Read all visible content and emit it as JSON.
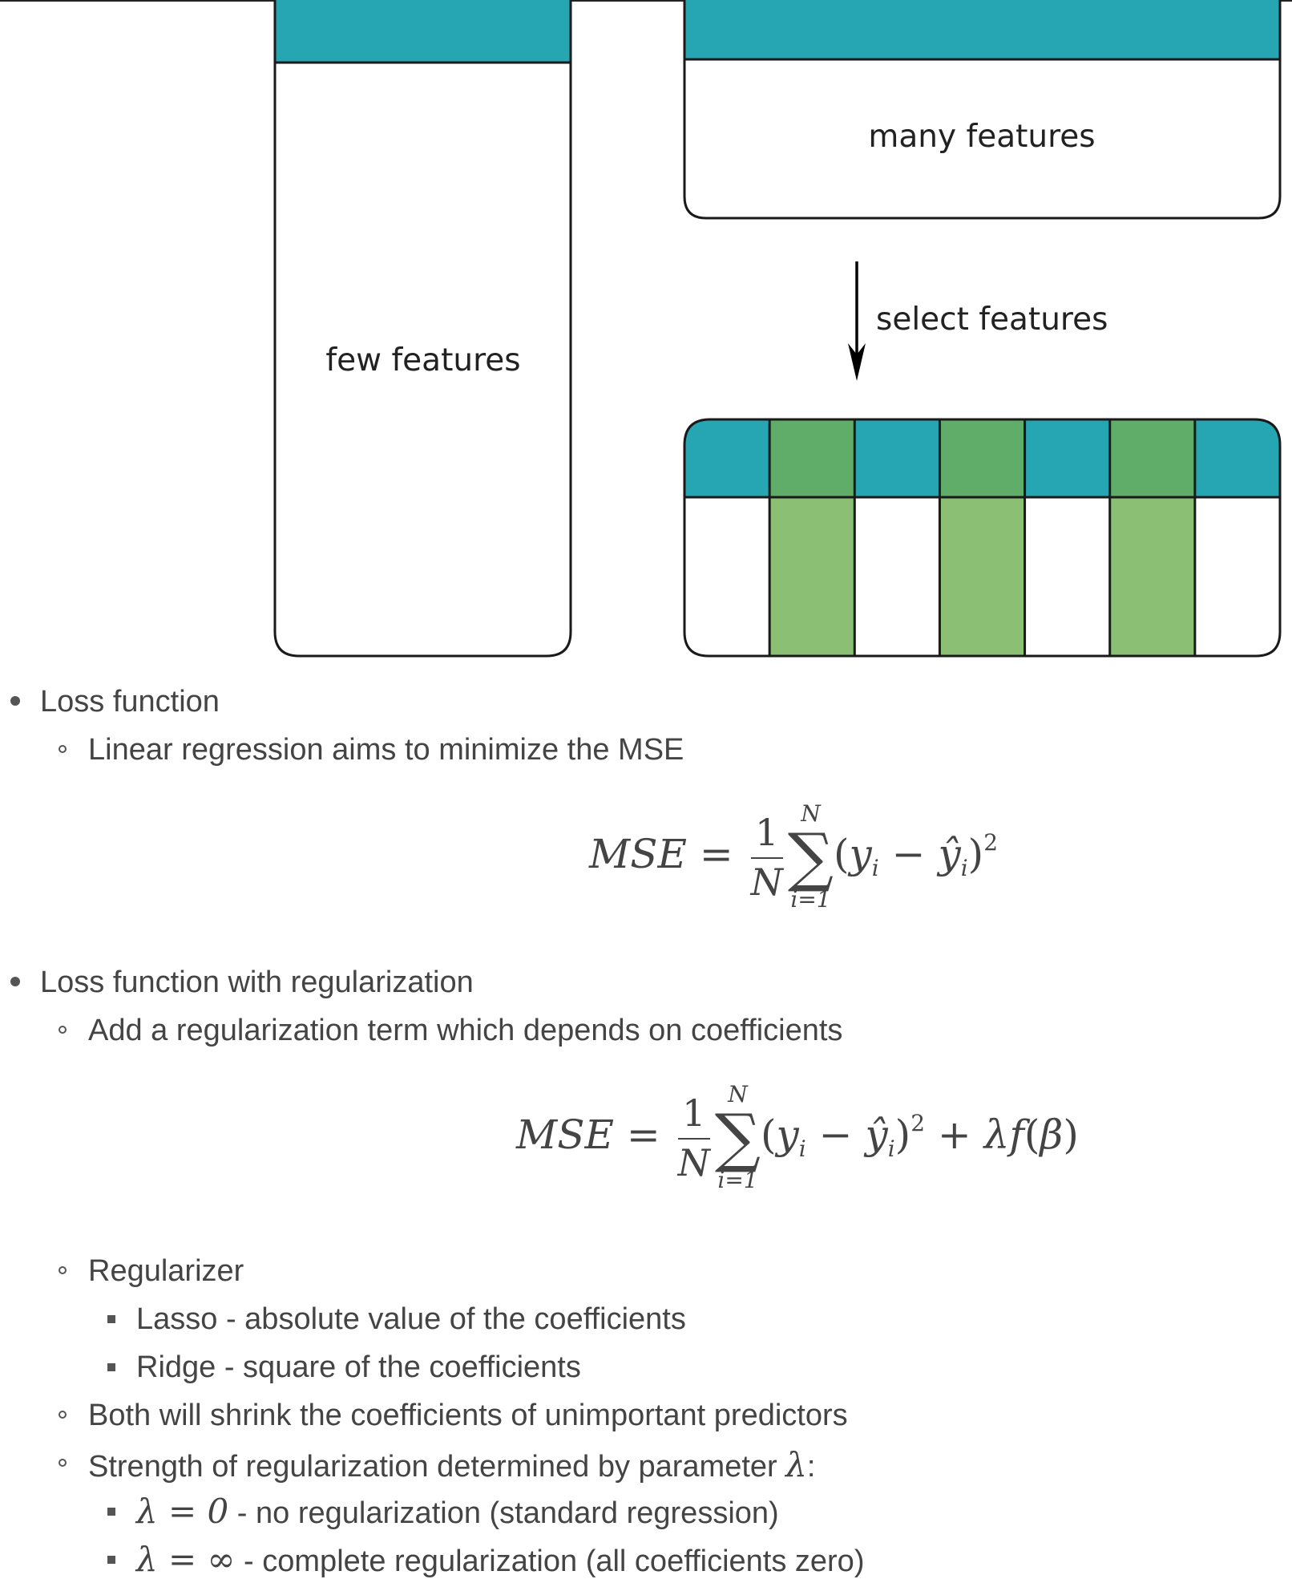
{
  "diagram": {
    "left_box_label": "few features",
    "right_top_label": "many features",
    "arrow_label": "select features",
    "colors": {
      "teal": "#26A6B3",
      "selected_header": "#5FAD68",
      "selected_body": "#8BBF74",
      "stroke": "#1a1a1a"
    },
    "bottom_columns": [
      "teal",
      "selected",
      "teal",
      "selected",
      "teal",
      "selected",
      "teal"
    ]
  },
  "content": {
    "bullet1": {
      "text": "Loss function",
      "sub1": "Linear regression aims to minimize the MSE"
    },
    "formula1": {
      "lhs": "MSE",
      "eq": "=",
      "frac_num": "1",
      "frac_den": "N",
      "sum_upper": "N",
      "sum_lower": "i=1",
      "body": "(y_i − ŷ_i)^2"
    },
    "bullet2": {
      "text": "Loss function with regularization",
      "sub1": "Add a regularization term which depends on coefficients"
    },
    "formula2": {
      "lhs": "MSE",
      "eq": "=",
      "frac_num": "1",
      "frac_den": "N",
      "sum_upper": "N",
      "sum_lower": "i=1",
      "body": "(y_i − ŷ_i)^2 + λf(β)"
    },
    "regularizer": {
      "text": "Regularizer",
      "items": [
        "Lasso - absolute value of the coefficients",
        "Ridge - square of the coefficients"
      ]
    },
    "shrink": "Both will shrink the coefficients of unimportant predictors",
    "strength": {
      "text": "Strength of regularization determined by parameter ",
      "symbol": "λ",
      "suffix": ":",
      "items": [
        {
          "math": "λ = 0",
          "text": " - no regularization (standard regression)"
        },
        {
          "math": "λ = ∞",
          "text": " - complete regularization (all coefficients zero)"
        }
      ]
    }
  }
}
